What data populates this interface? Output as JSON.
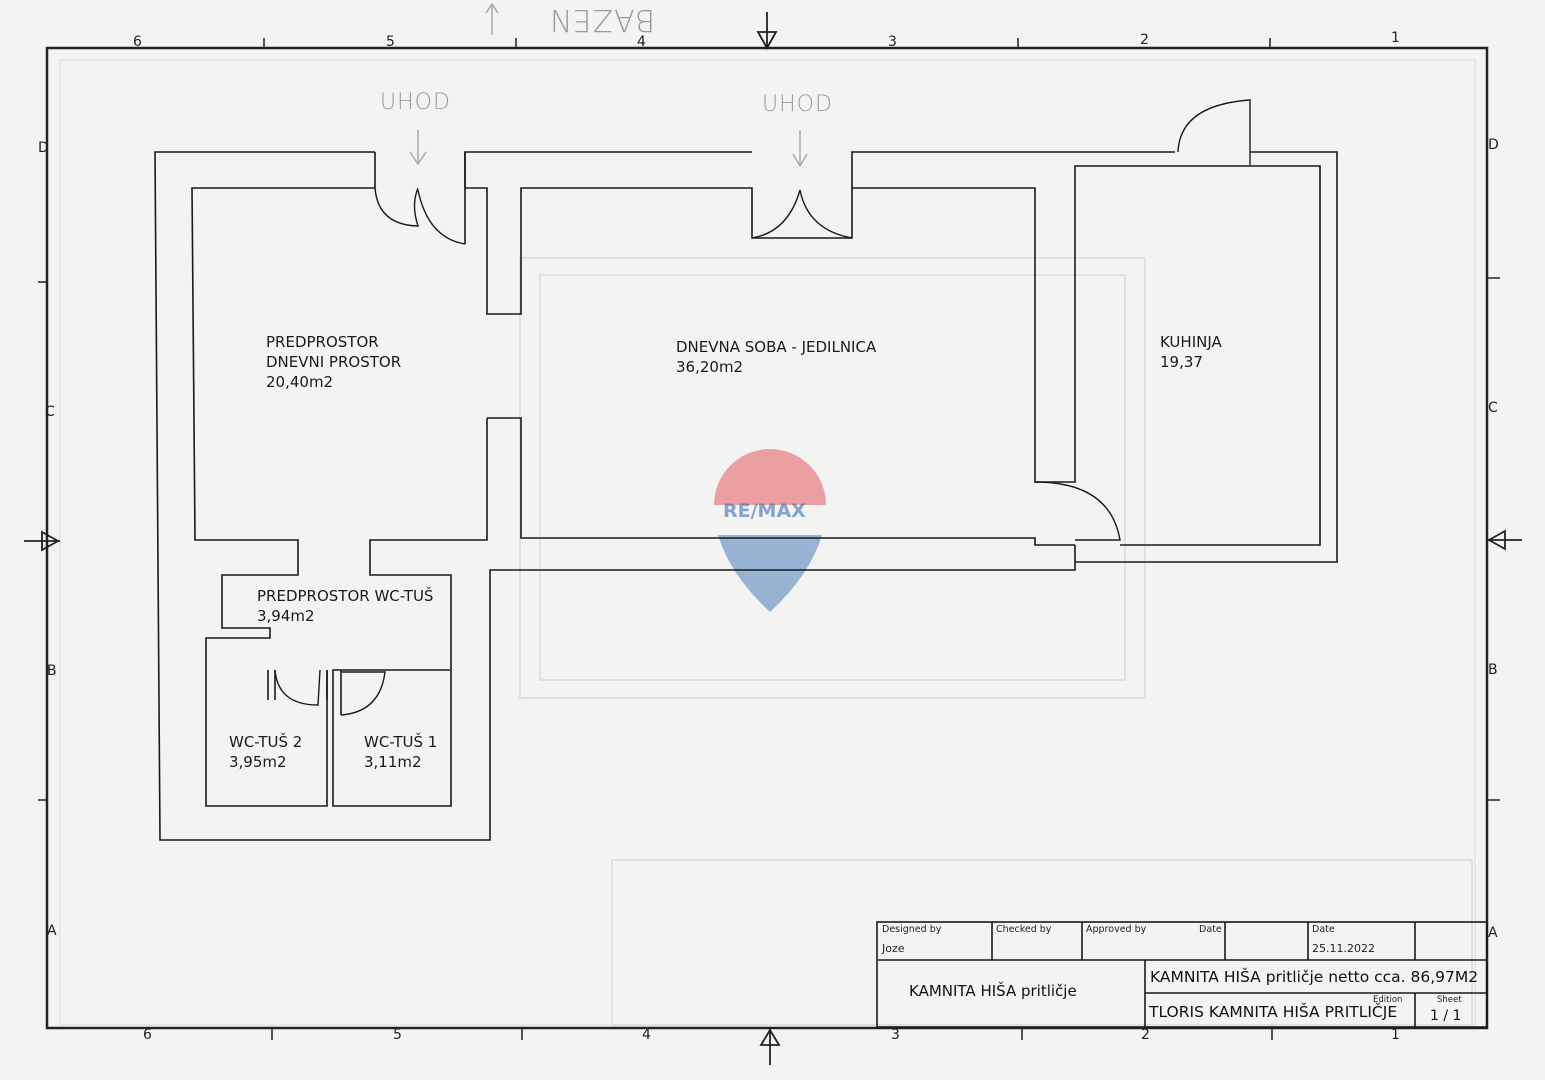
{
  "handwritten": {
    "top_note": "BAZEN",
    "exit_left": "UHOD",
    "exit_right": "UHOD"
  },
  "grid": {
    "columns": [
      "6",
      "5",
      "4",
      "3",
      "2",
      "1"
    ],
    "rows": [
      "D",
      "C",
      "B",
      "A"
    ]
  },
  "rooms": [
    {
      "name_line1": "PREDPROSTOR",
      "name_line2": "DNEVNI PROSTOR",
      "area": "20,40m2"
    },
    {
      "name_line1": "DNEVNA SOBA - JEDILNICA",
      "area": "36,20m2"
    },
    {
      "name_line1": "KUHINJA",
      "area": "19,37"
    },
    {
      "name_line1": "PREDPROSTOR WC-TUŠ",
      "area": "3,94m2"
    },
    {
      "name_line1": "WC-TUŠ 2",
      "area": "3,95m2"
    },
    {
      "name_line1": "WC-TUŠ 1",
      "area": "3,11m2"
    }
  ],
  "watermark": {
    "brand": "RE/MAX",
    "colors": {
      "red": "#e03a3e",
      "blue": "#2a64b0"
    }
  },
  "title_block": {
    "designed_by_label": "Designed by",
    "designed_by": "Joze",
    "checked_by_label": "Checked by",
    "approved_by_label": "Approved by",
    "date_label_1": "Date",
    "date_label_2": "Date",
    "date": "25.11.2022",
    "project": "KAMNITA HIŠA pritličje",
    "title": "KAMNITA HIŠA pritličje netto cca. 86,97M2",
    "subtitle": "TLORIS KAMNITA HIŠA PRITLIČJE",
    "edition_label": "Edition",
    "sheet_label": "Sheet",
    "sheet": "1 / 1"
  }
}
